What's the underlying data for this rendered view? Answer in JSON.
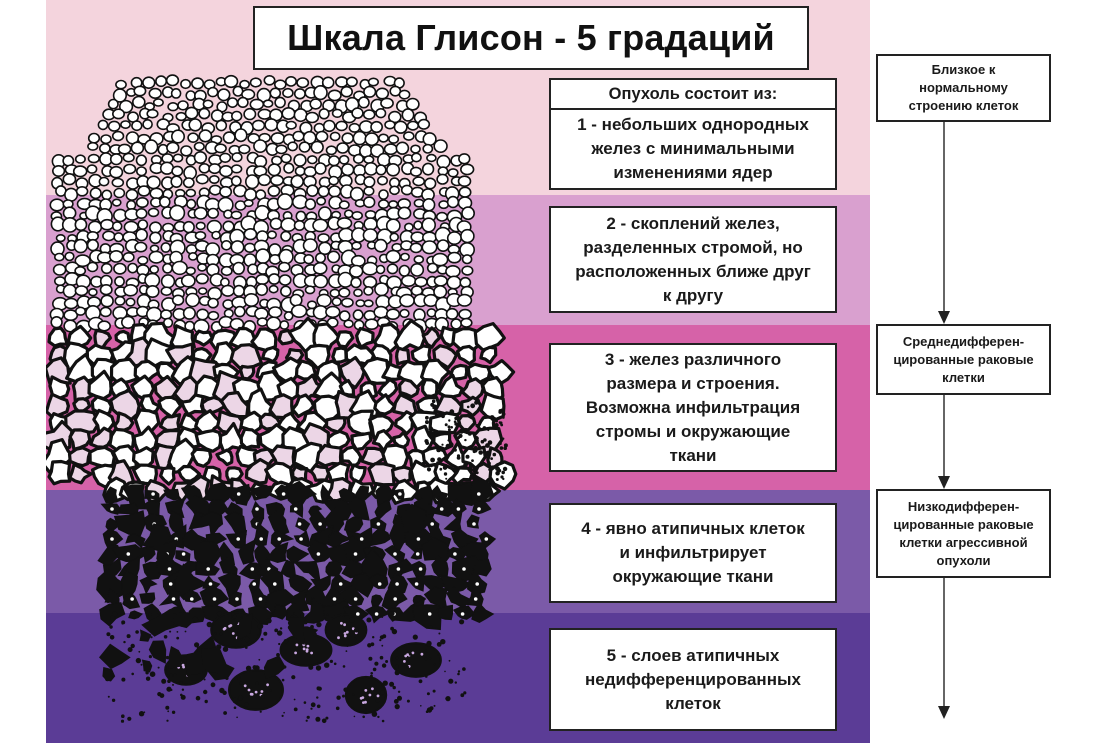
{
  "title": "Шкала Глисон - 5 градаций",
  "header": "Опухоль состоит из:",
  "grades": [
    {
      "text": "1 - небольших однородных\nжелез с минимальными\nизменениями ядер",
      "color": "#f4d4dd"
    },
    {
      "text": "2 - скоплений желез,\nразделенных стромой, но\nрасположенных ближе друг\nк другу",
      "color": "#d9a0cf"
    },
    {
      "text": "3 - желез различного\nразмера и строения.\nВозможна инфильтрация\nстромы и окружающие\nткани",
      "color": "#d662a8"
    },
    {
      "text": "4 - явно атипичных клеток\nи инфильтрирует\nокружающие ткани",
      "color": "#7b5aa8"
    },
    {
      "text": "5 - слоев атипичных\nнедифференцированных\nклеток",
      "color": "#5b3c96"
    }
  ],
  "differentiation": [
    {
      "text": "Близкое к\nнормальному\nстроению клеток"
    },
    {
      "text": "Среднедифферен-\nцированные раковые\nклетки"
    },
    {
      "text": "Низкодифферен-\nцированные раковые\nклетки агрессивной\nопухоли"
    }
  ]
}
